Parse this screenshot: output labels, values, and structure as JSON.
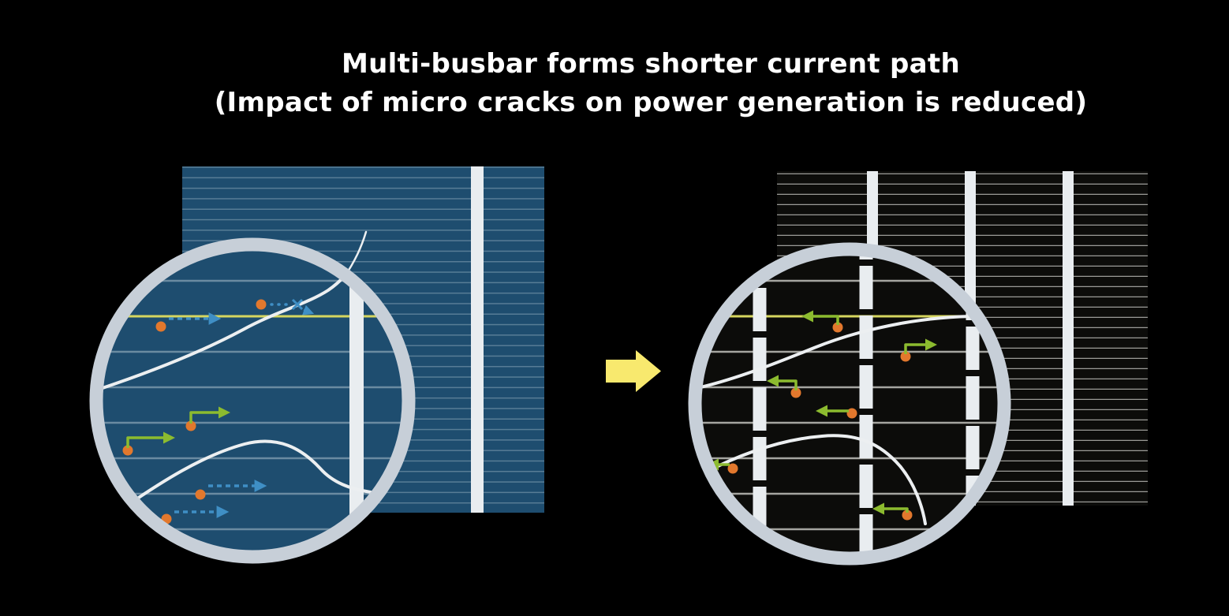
{
  "title": {
    "line1": "Multi-busbar forms shorter current path",
    "line2": "(Impact of micro cracks on power generation is reduced)"
  },
  "icons": {
    "transition-arrow": "right-block-arrow",
    "electron-dot": "orange-circle",
    "long-path-arrow": "blue-dashed-arrow",
    "short-path-arrow": "green-solid-arrow",
    "blocked-path-x": "blue-x-mark",
    "micro-crack": "white-wavy-line",
    "magnifier": "circular-zoom-inset"
  },
  "colors": {
    "background": "#000000",
    "title_text": "#ffffff",
    "cell_blue": "#1e4d6f",
    "cell_black": "#0c0c0a",
    "finger_on_blue": "#587d96",
    "finger_on_blue_zoom": "#6a8ba1",
    "finger_on_black": "#9b9b97",
    "finger_on_black_zoom": "#a5a5a0",
    "busbar": "#e9edf0",
    "magnifier_ring": "#c7cfd8",
    "crack": "#eceff1",
    "electron": "#e2782d",
    "long_path_blue": "#3f8fc5",
    "short_path_green": "#8cbb2f",
    "highlighted_finger_yellow": "#d6d65f",
    "transition_arrow": "#f8e96e"
  }
}
